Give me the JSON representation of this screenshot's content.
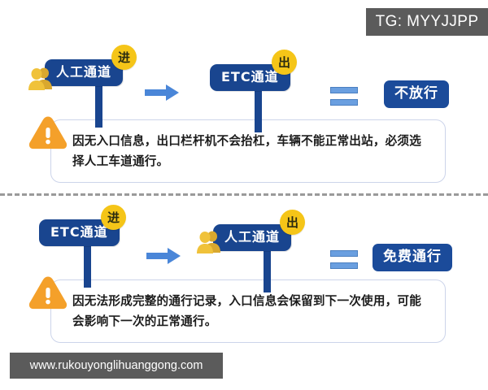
{
  "watermark": {
    "top_right_label": "TG: MYYJJPP",
    "bottom_url": "www.rukouyonglihuanggong.com"
  },
  "colors": {
    "sign_navy": "#19458f",
    "badge_gold": "#f5c518",
    "arrow_blue": "#4a86d8",
    "equals_blue": "#6a9fe0",
    "result_blue": "#1b4b9a",
    "warning_orange": "#f4a02a",
    "people_gold": "#f0c23a",
    "note_border": "#ccd4ea",
    "watermark_gray": "#5b5b5b",
    "divider_gray": "#9a9a9a"
  },
  "sections": [
    {
      "id": "section-1",
      "entry_sign": {
        "label": "人工通道",
        "badge": "进",
        "has_people_icon": true
      },
      "exit_sign": {
        "label": "ETC通道",
        "badge": "出",
        "has_people_icon": false
      },
      "arrow": "arrow-right-icon",
      "equals": "equals-icon",
      "result": "不放行",
      "note": "因无入口信息，出口栏杆机不会抬杠，车辆不能正常出站，必须选择人工车道通行。",
      "note_icon": "warning-triangle-icon"
    },
    {
      "id": "section-2",
      "entry_sign": {
        "label": "ETC通道",
        "badge": "进",
        "has_people_icon": false
      },
      "exit_sign": {
        "label": "人工通道",
        "badge": "出",
        "has_people_icon": true
      },
      "arrow": "arrow-right-icon",
      "equals": "equals-icon",
      "result": "免费通行",
      "note": "因无法形成完整的通行记录，入口信息会保留到下一次使用，可能会影响下一次的正常通行。",
      "note_icon": "warning-triangle-icon"
    }
  ]
}
